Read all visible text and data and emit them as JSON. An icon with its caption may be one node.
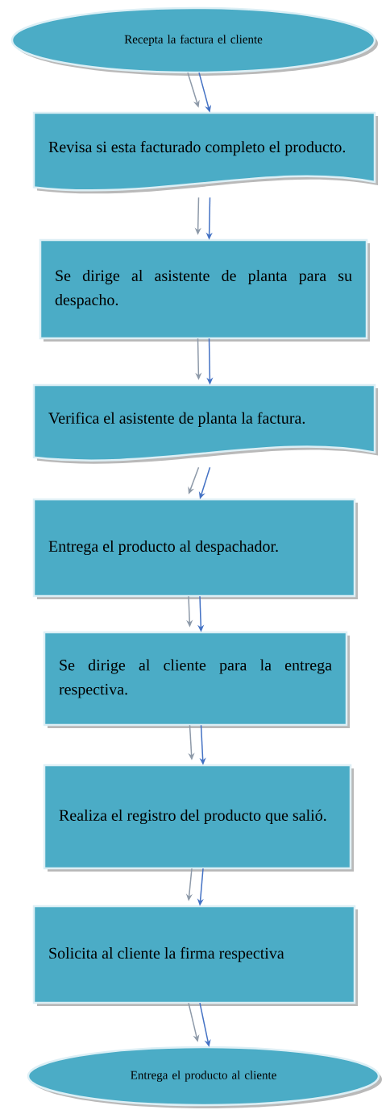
{
  "diagram": {
    "nodes": [
      {
        "text": [
          "Recepta la factura el cliente"
        ]
      },
      {
        "text": [
          "Revisa si esta facturado completo el producto."
        ]
      },
      {
        "text": [
          "Se dirige al asistente de planta para su despacho."
        ]
      },
      {
        "text": [
          "Verifica el asistente de planta la factura."
        ]
      },
      {
        "text": [
          "Entrega el producto al despachador."
        ]
      },
      {
        "text": [
          "Se dirige al cliente para la entrega respectiva."
        ]
      },
      {
        "text": [
          "Realiza el registro del producto que salió."
        ]
      },
      {
        "text": [
          "Solicita al cliente la firma respectiva"
        ]
      },
      {
        "text": [
          "Entrega el producto al cliente"
        ]
      }
    ],
    "edges": [
      {
        "from": 0,
        "to": 1,
        "arrow": "to",
        "color": "#8e9aa9"
      },
      {
        "from": 0,
        "to": 1,
        "arrow": "to",
        "color": "#4472c4"
      },
      {
        "from": 1,
        "to": 2,
        "arrow": "to",
        "color": "#8e9aa9"
      },
      {
        "from": 1,
        "to": 2,
        "arrow": "to",
        "color": "#4472c4"
      },
      {
        "from": 2,
        "to": 3,
        "arrow": "to",
        "color": "#8e9aa9"
      },
      {
        "from": 2,
        "to": 3,
        "arrow": "to",
        "color": "#4472c4"
      },
      {
        "from": 3,
        "to": 4,
        "arrow": "to",
        "color": "#8e9aa9"
      },
      {
        "from": 3,
        "to": 4,
        "arrow": "to",
        "color": "#4472c4"
      },
      {
        "from": 4,
        "to": 5,
        "arrow": "to",
        "color": "#8e9aa9"
      },
      {
        "from": 4,
        "to": 5,
        "arrow": "to",
        "color": "#4472c4"
      },
      {
        "from": 5,
        "to": 6,
        "arrow": "to",
        "color": "#8e9aa9"
      },
      {
        "from": 5,
        "to": 6,
        "arrow": "to",
        "color": "#4472c4"
      },
      {
        "from": 6,
        "to": 7,
        "arrow": "to",
        "color": "#8e9aa9"
      },
      {
        "from": 6,
        "to": 7,
        "arrow": "to",
        "color": "#4472c4"
      },
      {
        "from": 7,
        "to": 8,
        "arrow": "to",
        "color": "#8e9aa9"
      },
      {
        "from": 7,
        "to": 8,
        "arrow": "to",
        "color": "#4472c4"
      }
    ]
  }
}
